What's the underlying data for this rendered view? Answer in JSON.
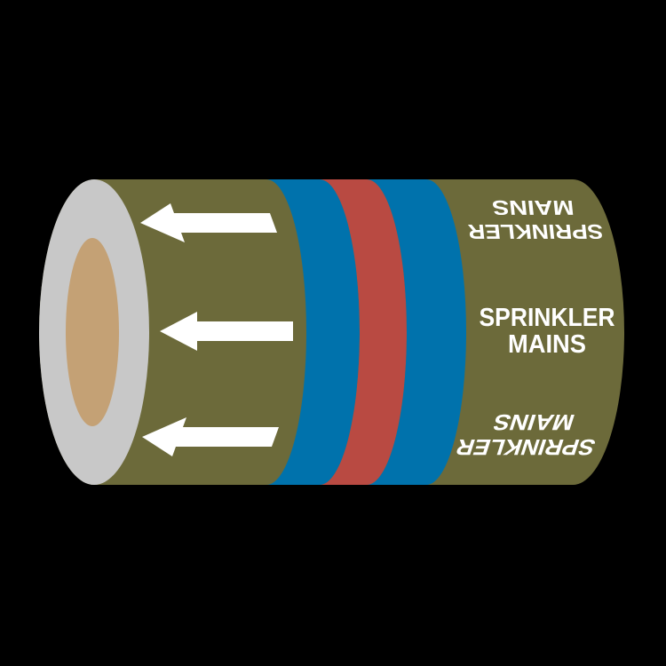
{
  "background": {
    "page_color": "#000000",
    "band_color": "#000000"
  },
  "pipe_marker": {
    "legend": {
      "line1": "SPRINKLER",
      "line2": "MAINS"
    },
    "flow_arrows": {
      "count": 3,
      "direction": "left",
      "color": "#FFFFFF"
    },
    "colors": {
      "body_olive": "#6C6A3A",
      "stripe_blue": "#0072AC",
      "stripe_red": "#B94A42",
      "end_cap_gray": "#C8C8C8",
      "bore_tan": "#C4A175",
      "text_white": "#FFFFFF"
    }
  }
}
